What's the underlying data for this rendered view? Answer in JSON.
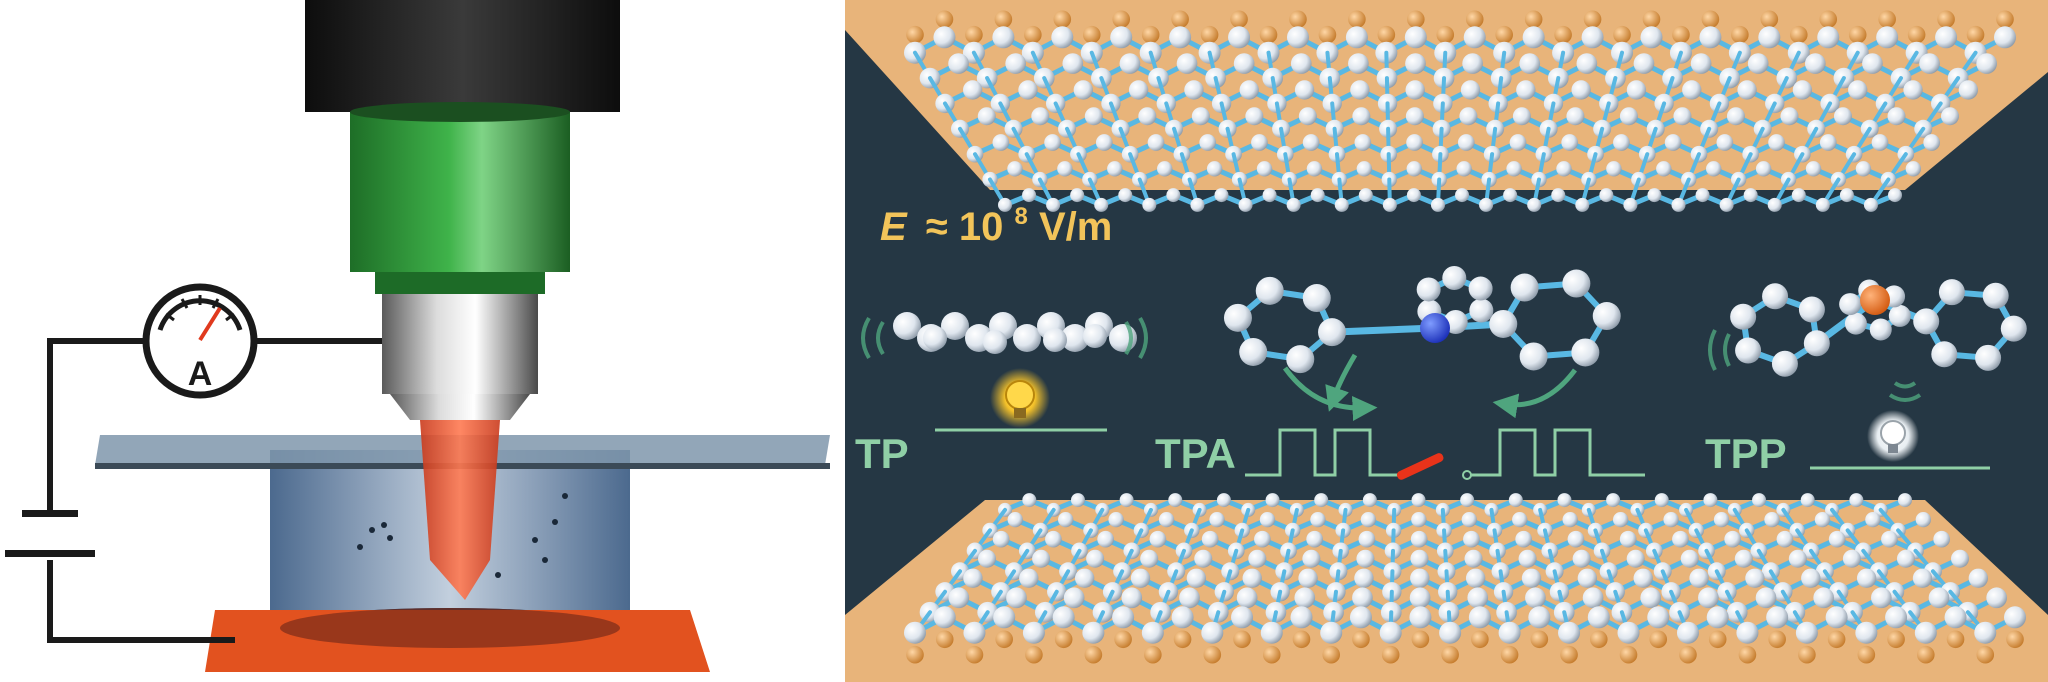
{
  "meter": {
    "symbol": "A"
  },
  "field": {
    "symbol": "E",
    "approx": "≈ 10",
    "exponent": "8",
    "unit": " V/m"
  },
  "states": [
    {
      "label": "TP"
    },
    {
      "label": "TPA"
    },
    {
      "label": "TPP"
    }
  ],
  "colors": {
    "background_dark": "#253744",
    "electrode_gold": "#e8b47a",
    "bond_blue": "#59b8e3",
    "label_green": "#8fcfa6",
    "field_yellow": "#f2c45a",
    "objective_green": "#2f9a3b",
    "substrate_orange": "#e2521f",
    "laser_red": "#e8502d"
  },
  "icons": [
    "ammeter-icon",
    "battery-icon",
    "bulb-on-icon",
    "bulb-off-icon",
    "pulse-signal-icon"
  ]
}
